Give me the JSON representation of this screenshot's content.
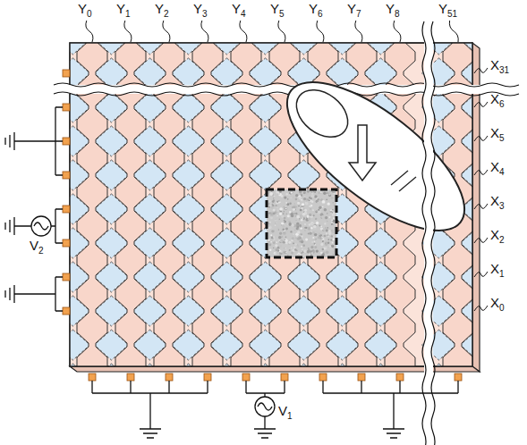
{
  "diagram": {
    "labels": [
      "Y0",
      "Y1",
      "Y2",
      "Y3",
      "Y4",
      "Y5",
      "Y6",
      "Y7",
      "Y8",
      "Y51",
      "X31",
      "X6",
      "X5",
      "X4",
      "X3",
      "X2",
      "X1",
      "X0",
      "V2",
      "V1"
    ]
  }
}
